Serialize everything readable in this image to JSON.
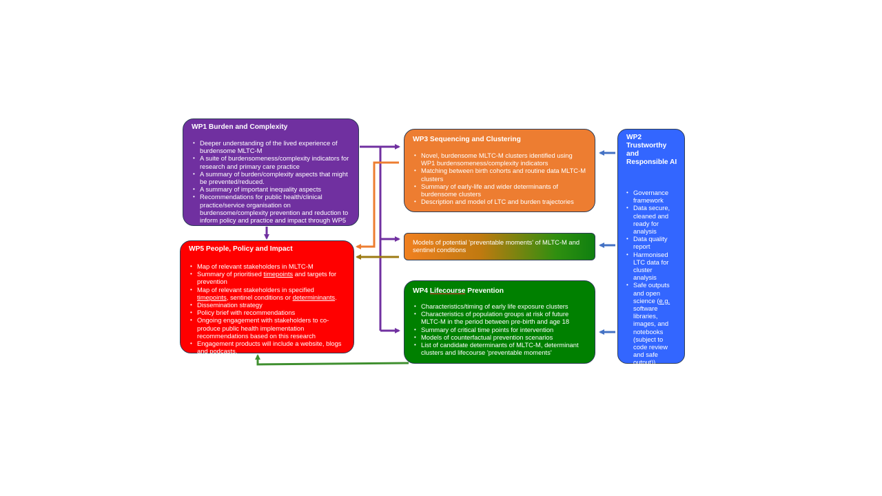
{
  "wp1": {
    "title": "WP1 Burden and Complexity",
    "items": [
      "Deeper understanding of the lived experience of burdensome MLTC-M",
      "A suite of burdensomeness/complexity indicators for research and primary care practice",
      "A summary of burden/complexity aspects that might be prevented/reduced.",
      "A summary of important inequality aspects",
      "Recommendations for public health/clinical practice/service organisation on burdensome/complexity prevention and reduction to inform policy and practice and impact through WP5"
    ]
  },
  "wp5": {
    "title": "WP5 People, Policy and Impact",
    "items": [
      {
        "a": "Map of relevant stakeholders in MLTC-M"
      },
      {
        "a": "Summary of prioritised ",
        "b": "timepoints",
        "c": " and targets for prevention"
      },
      {
        "a": "Map of relevant stakeholders in specified ",
        "b": "timepoints",
        "c": ", sentinel conditions or ",
        "d": "determininants",
        "e": "."
      },
      {
        "a": "Dissemination strategy"
      },
      {
        "a": "Policy brief with recommendations"
      },
      {
        "a": "Ongoing engagement with stakeholders to co-produce public health implementation recommendations based on this research"
      },
      {
        "a": "Engagement products will include a website, blogs and podcasts."
      }
    ]
  },
  "wp3": {
    "title": "WP3 Sequencing and Clustering",
    "items": [
      "Novel, burdensome MLTC-M clusters identified using WP1 burdensomeness/complexity indicators",
      "Matching between birth cohorts and routine data MLTC-M clusters",
      "Summary of early-life and wider determinants of burdensome clusters",
      "Description and model of LTC and burden trajectories"
    ]
  },
  "middle": {
    "text": "Models of potential 'preventable moments' of MLTC-M and sentinel conditions"
  },
  "wp4": {
    "title_prefix": "WP4 ",
    "title_underlined": "Lifecourse",
    "title_suffix": " Prevention",
    "items": [
      "Characteristics/timing of early life exposure clusters",
      "Characteristics of population groups at risk of future MLTC-M in the period between pre-birth and age 18",
      "Summary of critical time points for intervention",
      "Models of counterfactual prevention scenarios",
      "List of candidate determinants of MLTC-M, determinant clusters and lifecourse 'preventable moments'"
    ]
  },
  "wp2": {
    "title": "WP2 Trustworthy and Responsible AI",
    "items": [
      {
        "a": "Governance framework"
      },
      {
        "a": "Data secure, cleaned and ready for analysis"
      },
      {
        "a": "Data quality report"
      },
      {
        "a": "Harmonised LTC data for cluster analysis"
      },
      {
        "a": "Safe outputs and open science (",
        "b": "e.g.",
        "c": " software libraries, images, and notebooks (subject to code review and safe output))"
      }
    ]
  },
  "colors": {
    "wp1": "#7030a0",
    "wp5": "#ff0000",
    "wp3": "#ed7d31",
    "wp4": "#008000",
    "wp2": "#3366ff",
    "arrow_purple": "#7030a0",
    "arrow_orange": "#ed7d31",
    "arrow_olive": "#9c7a12",
    "arrow_green": "#3f8f2f",
    "arrow_blue": "#4472c4"
  }
}
